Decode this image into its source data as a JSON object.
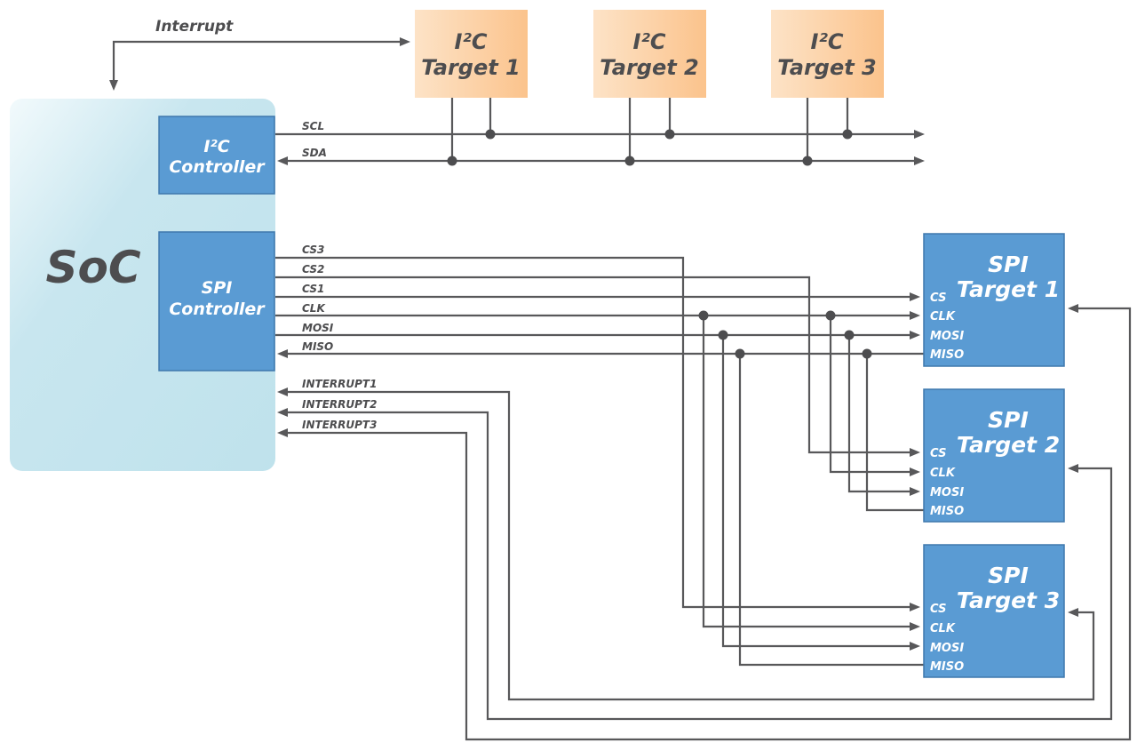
{
  "diagram": {
    "soc": {
      "label": "SoC",
      "color": "#c2e3ee"
    },
    "interrupt_label": "Interrupt",
    "i2c_controller": {
      "line1": "I²C",
      "line2": "Controller"
    },
    "spi_controller": {
      "line1": "SPI",
      "line2": "Controller"
    },
    "i2c_targets": [
      {
        "line1": "I²C",
        "line2": "Target 1"
      },
      {
        "line1": "I²C",
        "line2": "Target 2"
      },
      {
        "line1": "I²C",
        "line2": "Target 3"
      }
    ],
    "i2c_signals": [
      "SCL",
      "SDA"
    ],
    "spi_signals": [
      "CS3",
      "CS2",
      "CS1",
      "CLK",
      "MOSI",
      "MISO"
    ],
    "interrupt_signals": [
      "INTERRUPT1",
      "INTERRUPT2",
      "INTERRUPT3"
    ],
    "spi_targets": [
      {
        "line1": "SPI",
        "line2": "Target 1",
        "pins": [
          "CS",
          "CLK",
          "MOSI",
          "MISO"
        ]
      },
      {
        "line1": "SPI",
        "line2": "Target 2",
        "pins": [
          "CS",
          "CLK",
          "MOSI",
          "MISO"
        ]
      },
      {
        "line1": "SPI",
        "line2": "Target 3",
        "pins": [
          "CS",
          "CLK",
          "MOSI",
          "MISO"
        ]
      }
    ],
    "colors": {
      "controller": "#5a9bd3",
      "i2c_target": "#fcc58f",
      "wire": "#58585a",
      "text": "#4d4d4f"
    }
  }
}
